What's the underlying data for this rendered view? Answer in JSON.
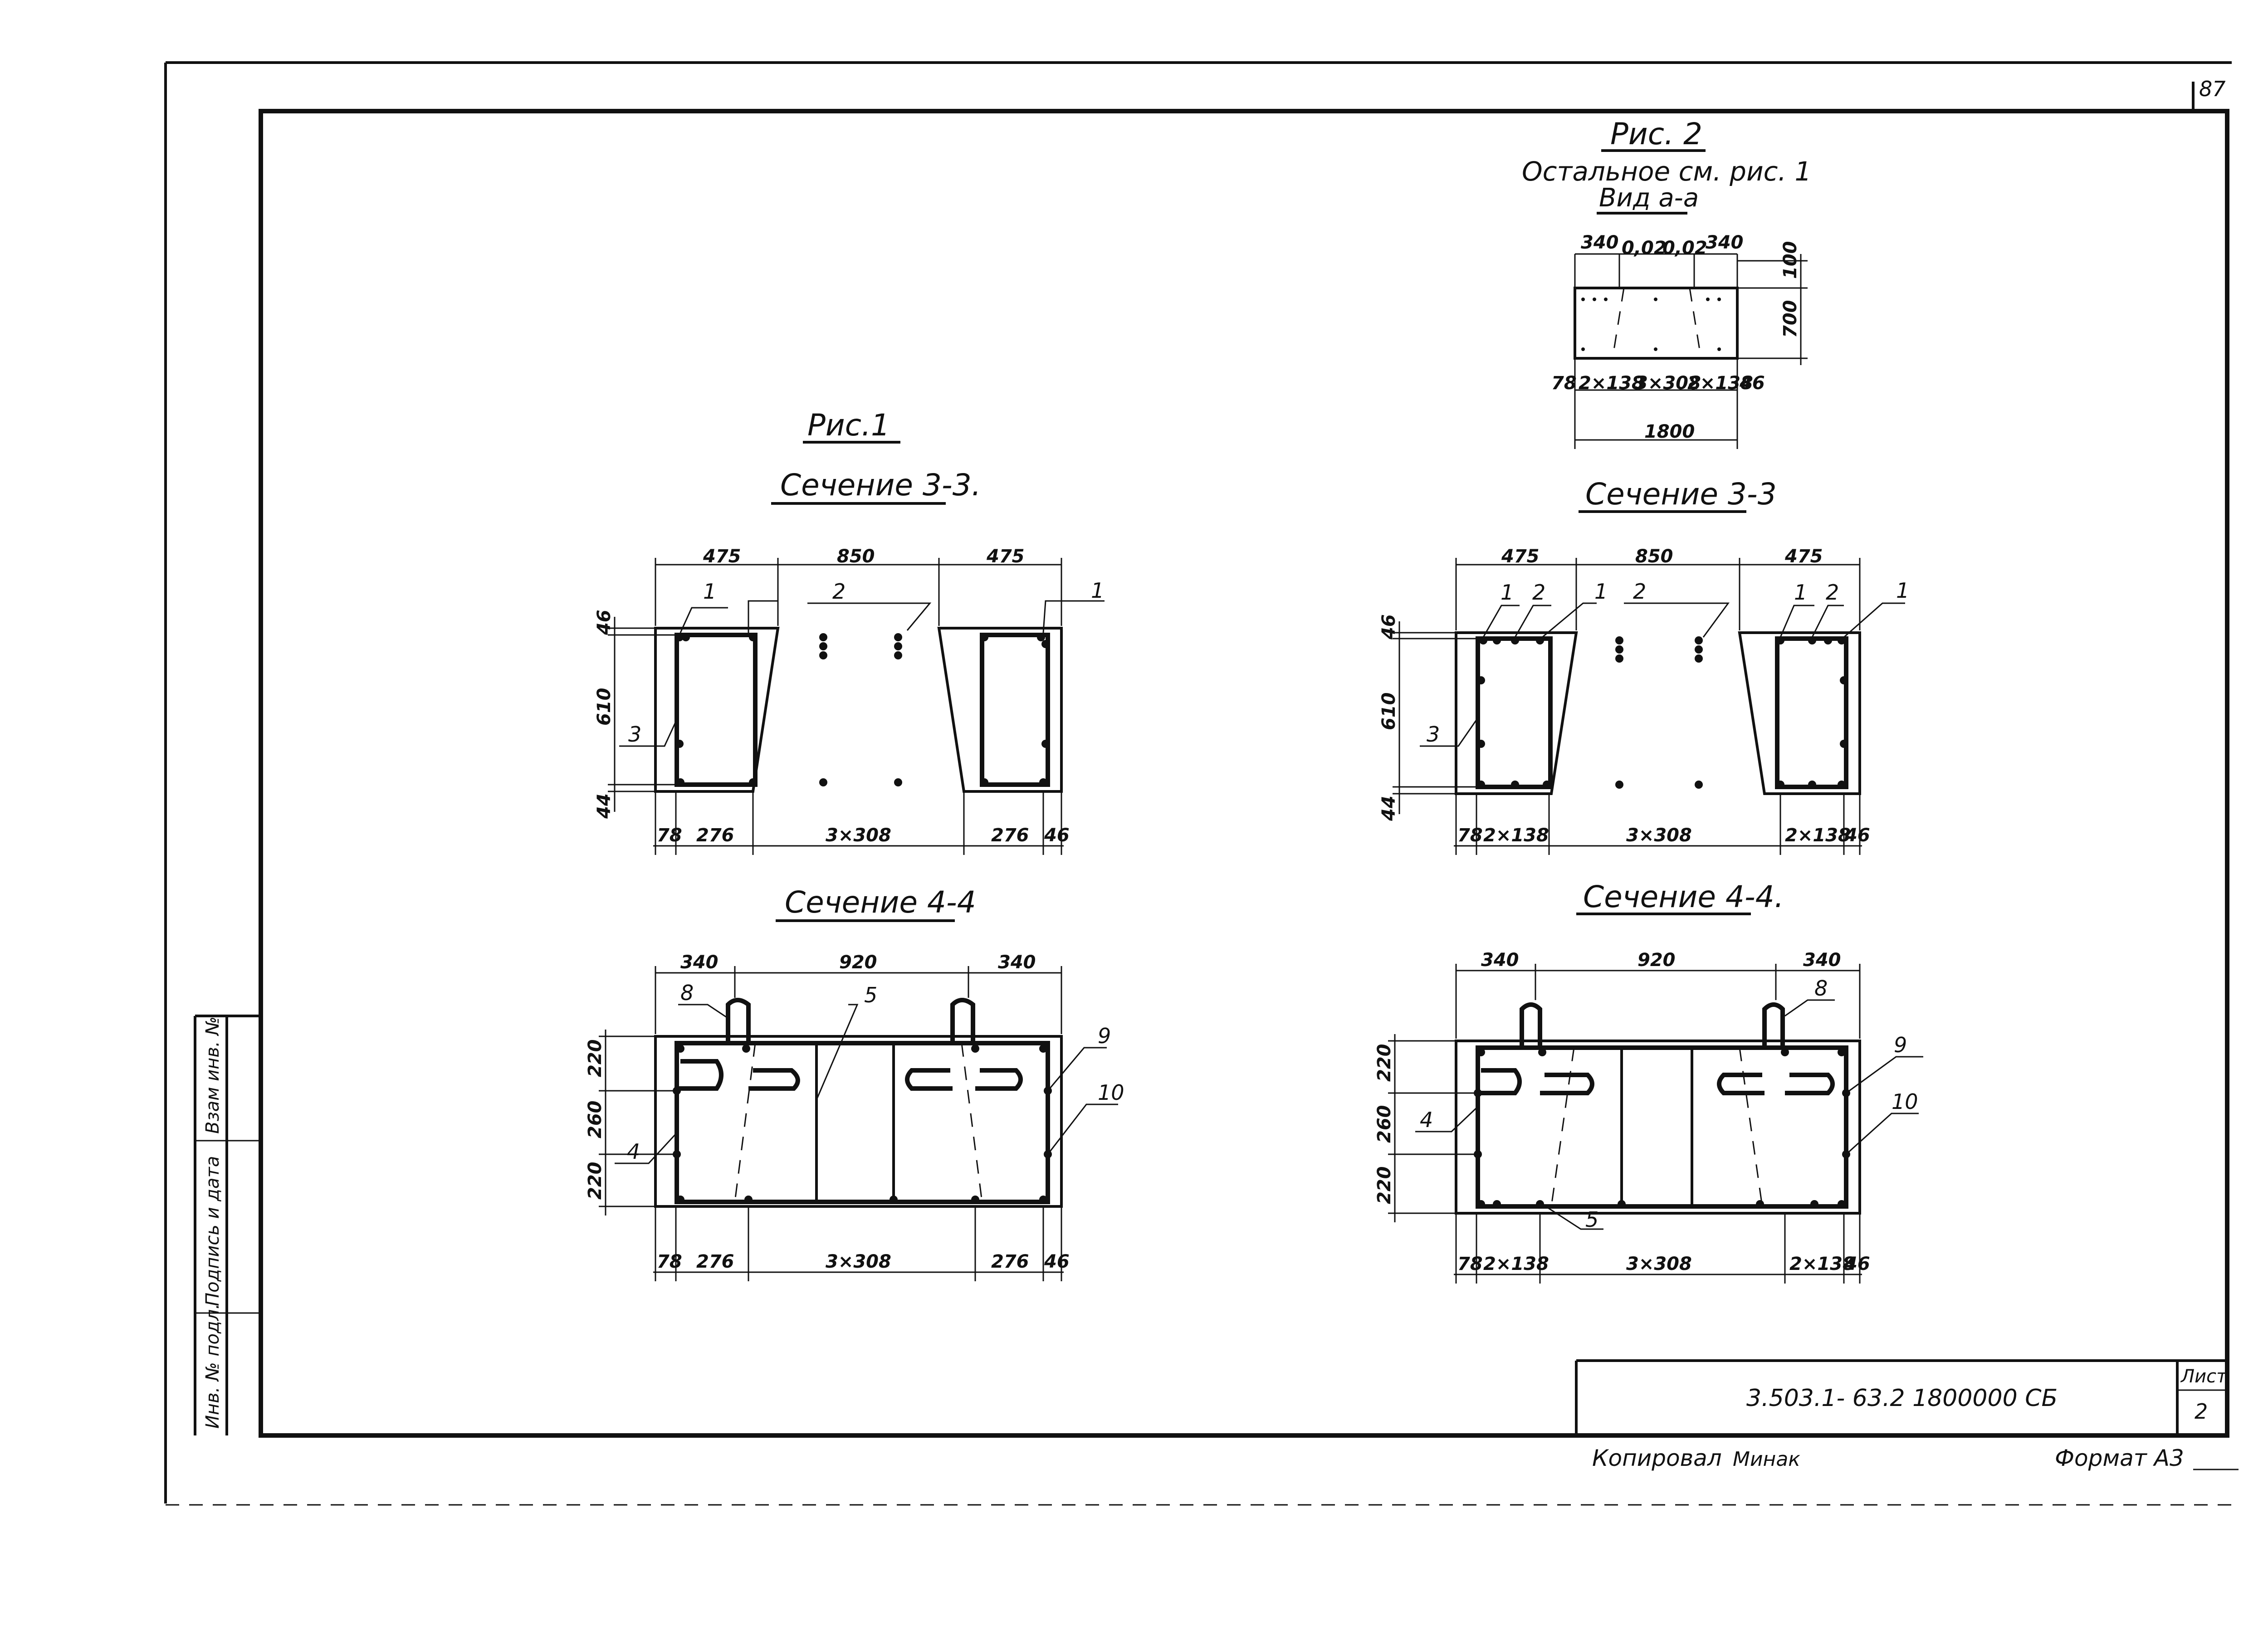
{
  "sheet": {
    "page_number": "87",
    "sheet_label": "Лист",
    "sheet_number": "2",
    "document_code": "3.503.1- 63.2 1800000 СБ",
    "copied_by": "Копировал",
    "copier_signature": "Минак",
    "format": "Формат А3"
  },
  "side_stamp": {
    "col1": "Инв. № подл.",
    "col2": "Подпись и дата",
    "col3": "Взам инв. №"
  },
  "fig2": {
    "title": "Рис. 2",
    "note": "Остальное см. рис. 1",
    "view": "Вид а-а",
    "dims": {
      "top_left": "340",
      "slope1": "0,02",
      "slope2": "0,02",
      "top_right": "340",
      "h_top": "100",
      "h_main": "700",
      "b1": "78",
      "b2": "2×138",
      "b3": "3×308",
      "b4": "2×138",
      "b5": "46",
      "total": "1800"
    }
  },
  "fig1": {
    "title": "Рис.1",
    "sec33": {
      "title": "Сечение 3-3.",
      "top": [
        "475",
        "850",
        "475"
      ],
      "left": [
        "46",
        "610",
        "44"
      ],
      "bottom": [
        "78",
        "276",
        "3×308",
        "276",
        "46"
      ],
      "labels": [
        "1",
        "2",
        "1",
        "3"
      ]
    },
    "sec44": {
      "title": "Сечение 4-4",
      "top": [
        "340",
        "920",
        "340"
      ],
      "left": [
        "220",
        "260",
        "220"
      ],
      "bottom": [
        "78",
        "276",
        "3×308",
        "276",
        "46"
      ],
      "labels": [
        "8",
        "5",
        "9",
        "10",
        "4"
      ]
    }
  },
  "fig2sec": {
    "sec33": {
      "title": "Сечение 3-3",
      "top": [
        "475",
        "850",
        "475"
      ],
      "left": [
        "46",
        "610",
        "44"
      ],
      "bottom": [
        "78",
        "2×138",
        "3×308",
        "2×138",
        "46"
      ],
      "labels": [
        "1",
        "2",
        "1",
        "2",
        "1",
        "2",
        "1",
        "3"
      ]
    },
    "sec44": {
      "title": "Сечение 4-4.",
      "top": [
        "340",
        "920",
        "340"
      ],
      "left": [
        "220",
        "260",
        "220"
      ],
      "bottom": [
        "78",
        "2×138",
        "3×308",
        "2×138",
        "46"
      ],
      "labels": [
        "8",
        "9",
        "10",
        "4",
        "5"
      ]
    }
  },
  "colors": {
    "ink": "#111111",
    "paper": "#ffffff"
  }
}
